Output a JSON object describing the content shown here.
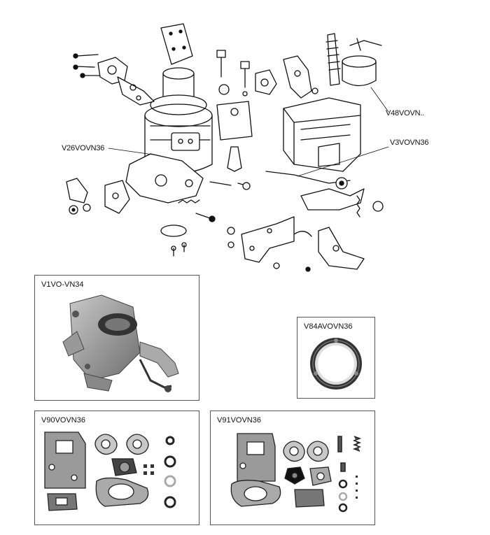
{
  "exploded_view": {
    "callouts": [
      {
        "id": "V48VOVN.."
      },
      {
        "id": "V26VOVN36"
      },
      {
        "id": "V3VOVN36"
      }
    ]
  },
  "panels": [
    {
      "code": "V1VO-VN34",
      "content": "carburettor assembly photo"
    },
    {
      "code": "V84AVOVN36",
      "content": "gasket ring photo"
    },
    {
      "code": "V90VOVN36",
      "content": "gasket kit"
    },
    {
      "code": "V91VOVN36",
      "content": "gasket kit with jets"
    }
  ]
}
